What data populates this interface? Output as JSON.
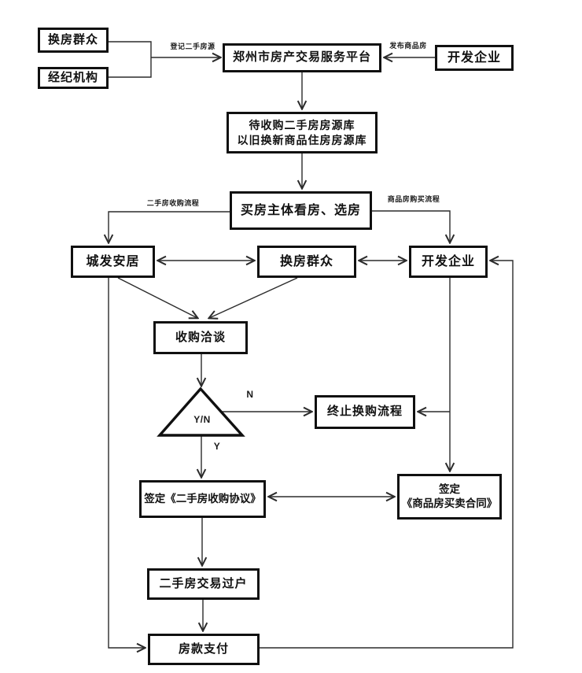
{
  "diagram": {
    "nodes": {
      "exchange_crowd_top": "换房群众",
      "brokerage": "经纪机构",
      "platform": "郑州市房产交易服务平台",
      "developer_top": "开发企业",
      "listing_pool_line1": "待收购二手房房源库",
      "listing_pool_line2": "以旧换新商品住房房源库",
      "view_select": "买房主体看房、选房",
      "chengfa": "城发安居",
      "exchange_crowd_mid": "换房群众",
      "developer_mid": "开发企业",
      "negotiation": "收购洽谈",
      "decision": "Y/N",
      "terminate": "终止换购流程",
      "sign_acquisition": "签定《二手房收购协议》",
      "sign_sale_line1": "签定",
      "sign_sale_line2": "《商品房买卖合同》",
      "transfer": "二手房交易过户",
      "payment": "房款支付"
    },
    "edge_labels": {
      "register": "登记二手房源",
      "publish": "发布商品房",
      "secondhand_flow": "二手房收购流程",
      "commodity_flow": "商品房购买流程",
      "no": "N",
      "yes": "Y"
    },
    "colors": {
      "line": "#2b2b2b",
      "box_border": "#101010",
      "background": "#ffffff",
      "text": "#111111"
    }
  }
}
